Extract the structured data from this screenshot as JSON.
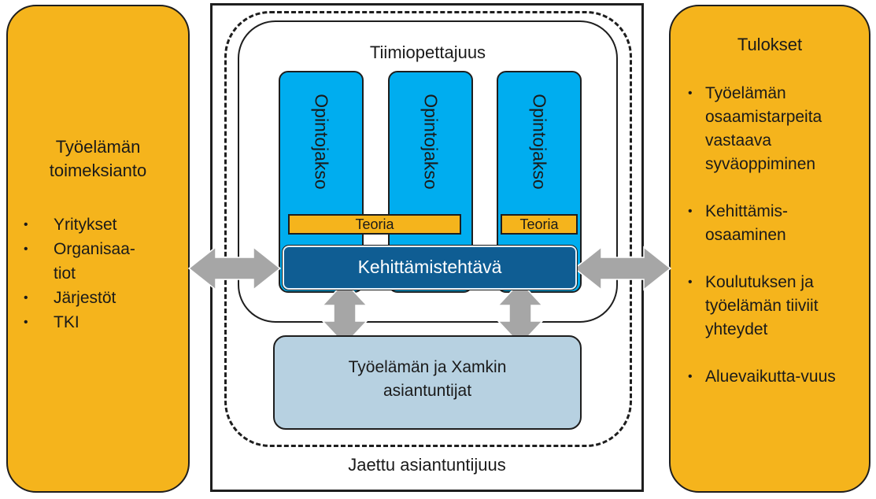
{
  "left_panel": {
    "title_line1": "Työelämän",
    "title_line2": "toimeksianto",
    "items": [
      "Yritykset",
      "Organisaa-\ntiot",
      "Järjestöt",
      "TKI"
    ]
  },
  "right_panel": {
    "title": "Tulokset",
    "items": [
      "Työelämän osaamistarpeita vastaava syväoppiminen",
      "Kehittämis-osaaminen",
      "Koulutuksen ja työelämän tiiviit yhteydet",
      "Aluevaikutta-vuus"
    ]
  },
  "center": {
    "inner_label": "Tiimiopettajuus",
    "outer_label": "Jaettu asiantuntijuus",
    "columns": [
      "Opintojakso",
      "Opintojakso",
      "Opintojakso"
    ],
    "theory_label_1": "Teoria",
    "theory_label_2": "Teoria",
    "task_label": "Kehittämistehtävä",
    "experts_line1": "Työelämän ja Xamkin",
    "experts_line2": "asiantuntijat"
  },
  "colors": {
    "orange": "#f5b41c",
    "cyan": "#00adef",
    "navy": "#0f5d93",
    "light_blue": "#b7d1e1",
    "arrow_gray": "#a6a6a6"
  }
}
